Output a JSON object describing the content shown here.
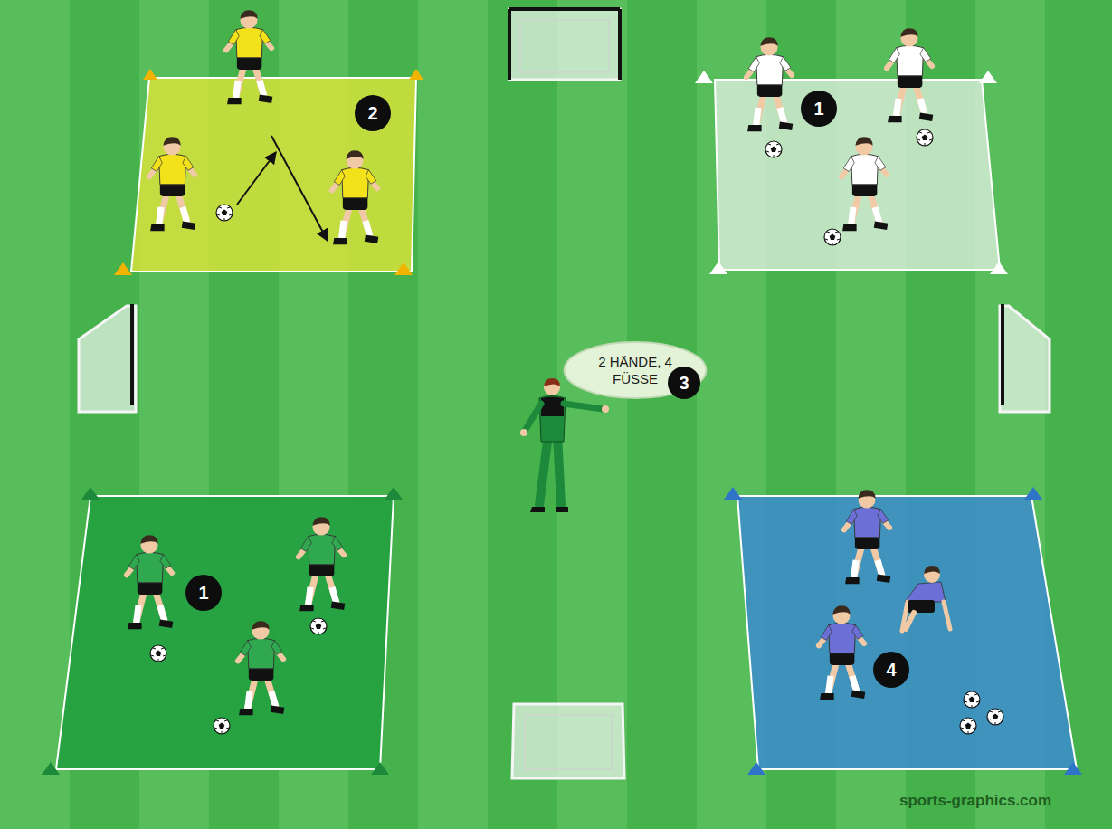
{
  "diagram": {
    "nodes": [
      {
        "text": [
          "2 HÄNDE, 4 FÜSSE"
        ]
      }
    ],
    "labels": [
      "2",
      "1",
      "1",
      "4",
      "3",
      "sports-graphics.com"
    ]
  }
}
